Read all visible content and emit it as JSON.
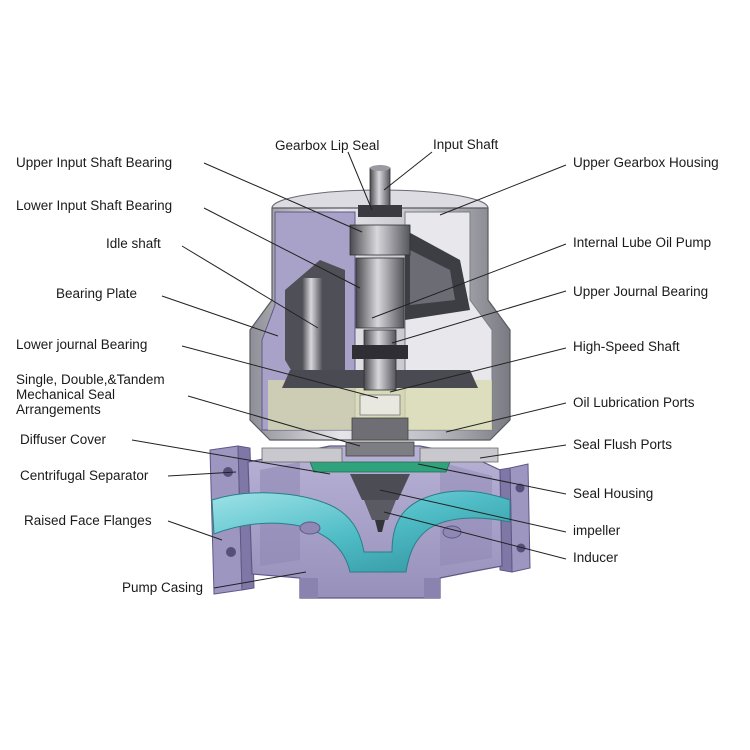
{
  "labels": {
    "gearbox_lip_seal": "Gearbox Lip Seal",
    "input_shaft": "Input Shaft",
    "upper_input_shaft_bearing": "Upper Input Shaft Bearing",
    "upper_gearbox_housing": "Upper Gearbox Housing",
    "lower_input_shaft_bearing": "Lower Input Shaft Bearing",
    "idle_shaft": "Idle shaft",
    "internal_lube_oil_pump": "Internal Lube Oil Pump",
    "bearing_plate": "Bearing Plate",
    "upper_journal_bearing": "Upper Journal  Bearing",
    "lower_journal_bearing": "Lower  journal Bearing",
    "high_speed_shaft": "High-Speed Shaft",
    "mechanical_seal_arrangements": "Single, Double,&Tandem Mechanical Seal Arrangements",
    "oil_lubrication_ports": "Oil Lubrication Ports",
    "diffuser_cover": "Diffuser Cover",
    "seal_flush_ports": "Seal Flush Ports",
    "centrifugal_separator": "Centrifugal Separator",
    "seal_housing": "Seal Housing",
    "raised_face_flanges": "Raised Face Flanges",
    "impeller": "impeller",
    "inducer": "Inducer",
    "pump_casing": "Pump Casing"
  },
  "colors": {
    "casing": "#a9a2c8",
    "casing_dark": "#6f6895",
    "housing_grey": "#c9c9cf",
    "housing_dark": "#5a5a62",
    "fluid": "#5fc4cc",
    "oil_zone": "#d9dcb0",
    "leader": "#222222"
  }
}
